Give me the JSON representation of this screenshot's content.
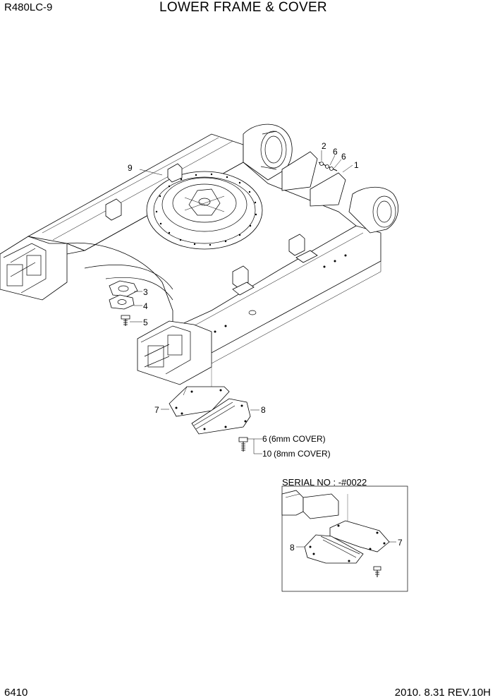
{
  "header": {
    "model": "R480LC-9",
    "title": "LOWER FRAME & COVER"
  },
  "footer": {
    "page_number": "6410",
    "revision": "2010. 8.31  REV.10H"
  },
  "inset": {
    "serial_label": "SERIAL NO : -#0022"
  },
  "callouts": {
    "c1": "1",
    "c2": "2",
    "c3": "3",
    "c4": "4",
    "c5": "5",
    "c6a": "6",
    "c6b": "6",
    "c6c": "6",
    "c7": "7",
    "c8": "8",
    "c9": "9",
    "c10": "10",
    "c7_inset": "7",
    "c8_inset": "8"
  },
  "notes": {
    "n6": "(6mm COVER)",
    "n10": "(8mm COVER)"
  }
}
